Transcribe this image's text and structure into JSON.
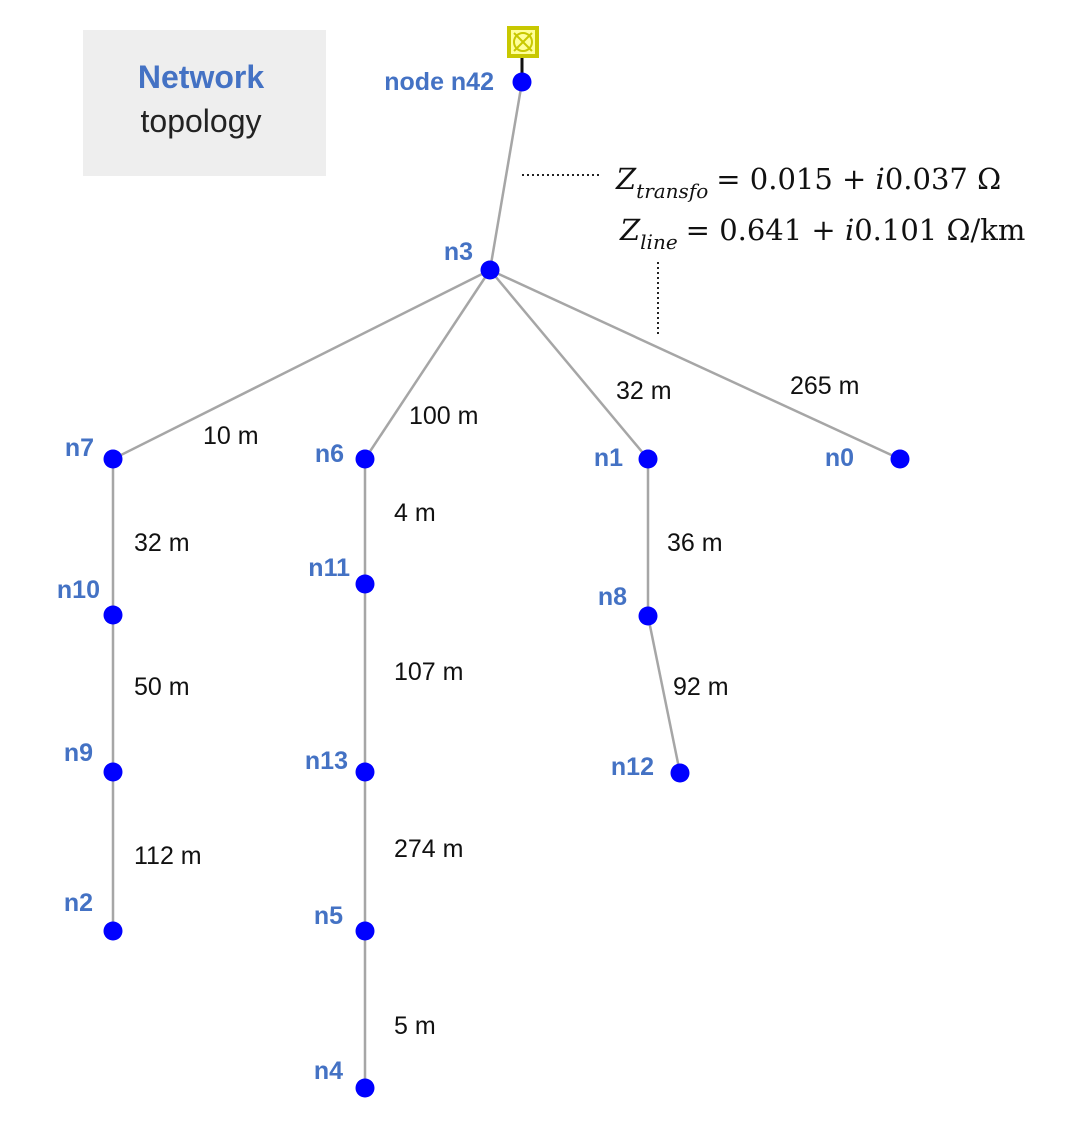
{
  "title": {
    "strong": "Network",
    "plain": "topology"
  },
  "root": {
    "id": "n42",
    "label": "node n42",
    "icon": "transformer-icon"
  },
  "colors": {
    "node": "#0000ff",
    "label": "#4472c4",
    "edge": "#a6a6a6",
    "transformer": "#c8c800",
    "title_box": "#eeeeee"
  },
  "nodes": [
    {
      "id": "n42",
      "label": "node n42"
    },
    {
      "id": "n3",
      "label": "n3"
    },
    {
      "id": "n7",
      "label": "n7"
    },
    {
      "id": "n6",
      "label": "n6"
    },
    {
      "id": "n1",
      "label": "n1"
    },
    {
      "id": "n0",
      "label": "n0"
    },
    {
      "id": "n10",
      "label": "n10"
    },
    {
      "id": "n11",
      "label": "n11"
    },
    {
      "id": "n8",
      "label": "n8"
    },
    {
      "id": "n9",
      "label": "n9"
    },
    {
      "id": "n13",
      "label": "n13"
    },
    {
      "id": "n12",
      "label": "n12"
    },
    {
      "id": "n2",
      "label": "n2"
    },
    {
      "id": "n5",
      "label": "n5"
    },
    {
      "id": "n4",
      "label": "n4"
    }
  ],
  "edges": [
    {
      "from": "n42",
      "to": "n3",
      "length": ""
    },
    {
      "from": "n3",
      "to": "n7",
      "length": "10 m"
    },
    {
      "from": "n3",
      "to": "n6",
      "length": "100 m"
    },
    {
      "from": "n3",
      "to": "n1",
      "length": "32 m"
    },
    {
      "from": "n3",
      "to": "n0",
      "length": "265 m"
    },
    {
      "from": "n7",
      "to": "n10",
      "length": "32 m"
    },
    {
      "from": "n10",
      "to": "n9",
      "length": "50 m"
    },
    {
      "from": "n9",
      "to": "n2",
      "length": "112 m"
    },
    {
      "from": "n6",
      "to": "n11",
      "length": "4 m"
    },
    {
      "from": "n11",
      "to": "n13",
      "length": "107 m"
    },
    {
      "from": "n13",
      "to": "n5",
      "length": "274 m"
    },
    {
      "from": "n5",
      "to": "n4",
      "length": "5 m"
    },
    {
      "from": "n1",
      "to": "n8",
      "length": "36 m"
    },
    {
      "from": "n8",
      "to": "n12",
      "length": "92 m"
    }
  ],
  "annotations": {
    "transfo": {
      "symbol": "Z",
      "subscript": "transfo",
      "equals": "= 0.015 + ",
      "imag_unit": "i",
      "value": "0.037 Ω"
    },
    "line": {
      "symbol": "Z",
      "subscript": "line",
      "equals": "= 0.641 + ",
      "imag_unit": "i",
      "value": "0.101 Ω/km"
    }
  }
}
